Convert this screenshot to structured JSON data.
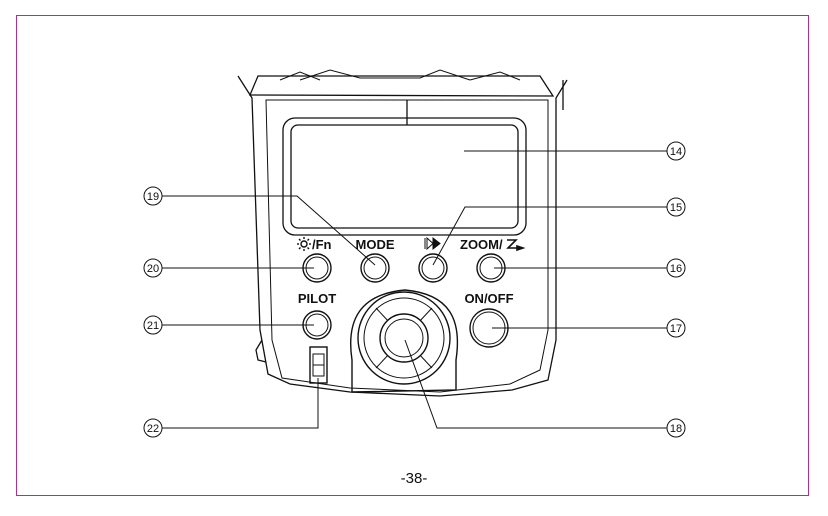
{
  "page": {
    "number": "-38-"
  },
  "colors": {
    "frame": "#b0308f",
    "ink": "#111111"
  },
  "buttons": {
    "light_fn": {
      "label": "/Fn",
      "icon": "sun-icon"
    },
    "mode": {
      "label": "MODE"
    },
    "sync": {
      "label": "",
      "icon": "fast-forward-icon"
    },
    "zoom": {
      "label": "ZOOM/",
      "icon": "zoom-arrow-icon"
    },
    "pilot": {
      "label": "PILOT"
    },
    "onoff": {
      "label": "ON/OFF"
    }
  },
  "callouts": [
    "14",
    "15",
    "16",
    "17",
    "18",
    "19",
    "20",
    "21",
    "22"
  ]
}
